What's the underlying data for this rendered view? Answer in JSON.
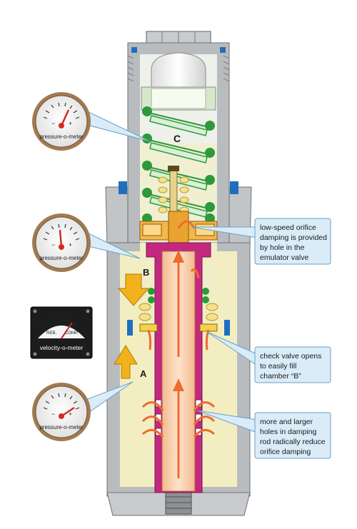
{
  "labels": {
    "chamber_c": "C",
    "chamber_b": "B",
    "chamber_a": "A"
  },
  "gauges": {
    "top": "pressure-o-meter",
    "middle": "pressure-o-meter",
    "bottom": "pressure-o-meter",
    "velocity": "velocity-o-meter",
    "velocity_reb": "REB.",
    "velocity_comp": "COMP."
  },
  "callouts": {
    "low_speed": [
      "low-speed orifice",
      "damping is provided",
      "by hole in the",
      "emulator valve"
    ],
    "check_valve": [
      "check valve opens",
      "to easily fill",
      "chamber “B”"
    ],
    "holes": [
      "more and larger",
      "holes in damping",
      "rod radically reduce",
      "orifice damping"
    ]
  },
  "colors": {
    "body_gray": "#b9bcbf",
    "body_dark": "#8e9194",
    "fluid": "#f3eec2",
    "chamber": "#eef1ea",
    "rod": "#f7cba4",
    "magenta": "#c4277f",
    "spring_green": "#2c9a3a",
    "yellow_arrow": "#f2b21c",
    "flow_arrow": "#ef6a2e",
    "callout_fill": "#d9ecf8",
    "callout_border": "#6aa0c7",
    "gauge_ring": "#a27a52",
    "accent_blue": "#1f6fbf"
  }
}
